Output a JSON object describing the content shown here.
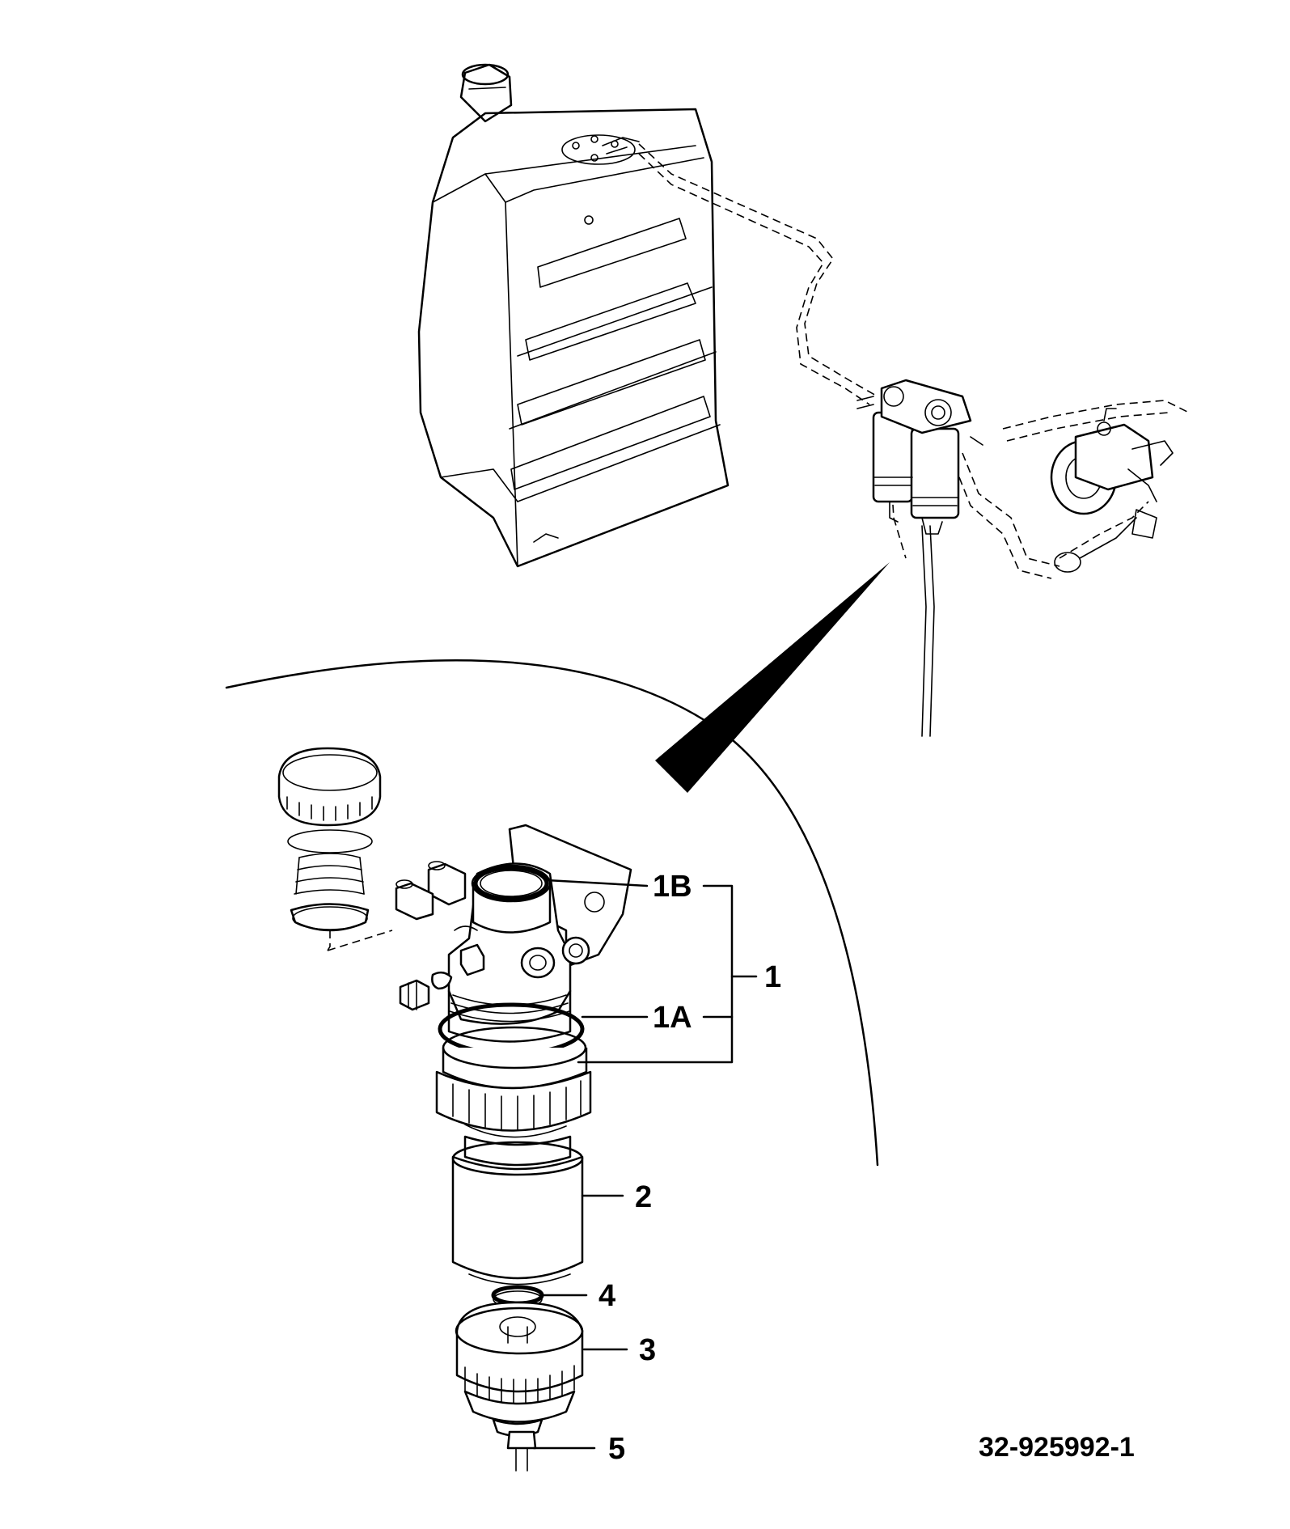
{
  "callouts": {
    "c1": "1",
    "c1a": "1A",
    "c1b": "1B",
    "c2": "2",
    "c3": "3",
    "c4": "4",
    "c5": "5"
  },
  "drawing_number": "32-925992-1"
}
